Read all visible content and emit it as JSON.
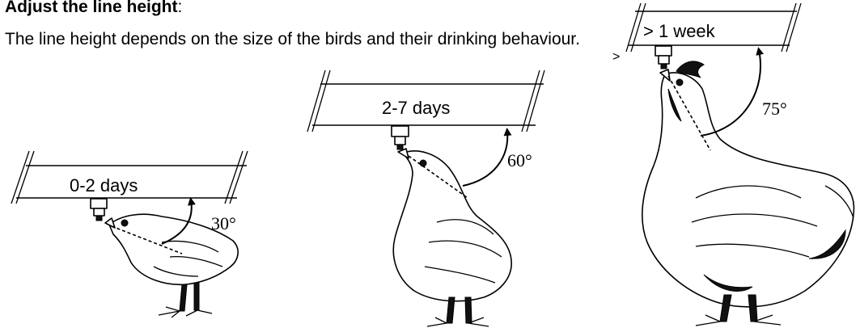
{
  "heading": {
    "title": "Adjust the line height",
    "suffix": ":"
  },
  "description": "The line height depends on the size of the birds and their drinking behaviour.",
  "stages": [
    {
      "bar_label": "0-2 days",
      "angle": "30°"
    },
    {
      "bar_label": "2-7 days",
      "angle": "60°"
    },
    {
      "bar_label": "> 1 week",
      "angle": "75°"
    }
  ],
  "stray_mark": ">"
}
